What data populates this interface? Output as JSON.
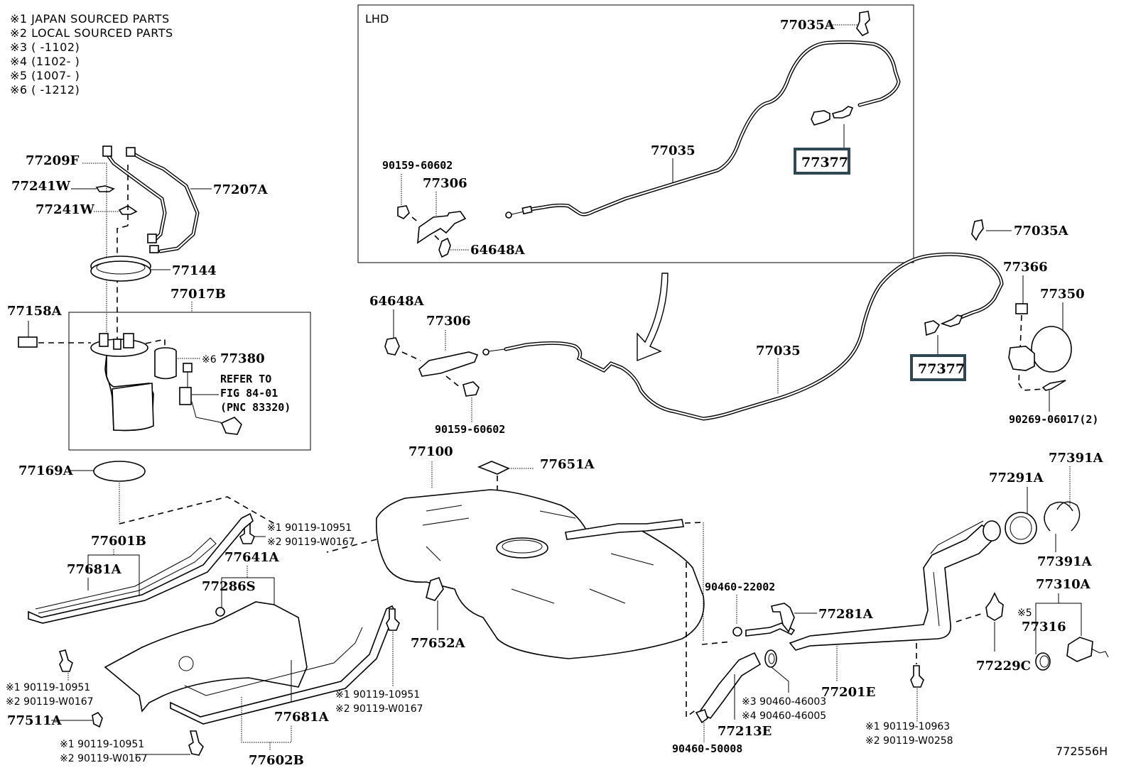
{
  "notes": [
    "※1 JAPAN SOURCED PARTS",
    "※2 LOCAL SOURCED PARTS",
    "※3 (     -1102)",
    "※4 (1102-     )",
    "※5 (1007-     )",
    "※6 (       -1212)"
  ],
  "inset": {
    "title": "LHD",
    "labels": {
      "p77035A": "77035A",
      "p77035": "77035",
      "p77377": "77377",
      "p90159": "90159-60602",
      "p77306": "77306",
      "p64648A": "64648A"
    }
  },
  "pump_module": {
    "p77209F": "77209F",
    "p77241W_a": "77241W",
    "p77241W_b": "77241W",
    "p77207A": "77207A",
    "p77144": "77144",
    "p77017B": "77017B",
    "p77158A": "77158A",
    "p77380_note": "※6",
    "p77380": "77380",
    "refer_1": "REFER TO",
    "refer_2": "FIG 84-01",
    "refer_3": "(PNC 83320)",
    "p77169A": "77169A"
  },
  "main": {
    "p64648A": "64648A",
    "p77306": "77306",
    "p90159": "90159-60602",
    "p77035": "77035",
    "p77035A": "77035A",
    "p77377": "77377",
    "p77366": "77366",
    "p77350": "77350",
    "p90269": "90269-06017(2)"
  },
  "tank": {
    "p77100": "77100",
    "p77651A": "77651A",
    "p77652A": "77652A",
    "p77601B": "77601B",
    "p77681A_a": "77681A",
    "p77641A": "77641A",
    "p77286S": "77286S",
    "bolt_a_1": "※1 90119-10951",
    "bolt_a_2": "※2 90119-W0167",
    "bolt_b_1": "※1 90119-10951",
    "bolt_b_2": "※2 90119-W0167",
    "bolt_c_1": "※1 90119-10951",
    "bolt_c_2": "※2 90119-W0167",
    "bolt_d_1": "※1 90119-10951",
    "bolt_d_2": "※2 90119-W0167",
    "p77511A": "77511A",
    "p77681A_b": "77681A",
    "p77602B": "77602B"
  },
  "filler": {
    "p77291A": "77291A",
    "p77391A_a": "77391A",
    "p77391A_b": "77391A",
    "p77310A": "77310A",
    "p77316_note": "※5",
    "p77316": "77316",
    "p77229C": "77229C",
    "p90460_22002": "90460-22002",
    "p77281A": "77281A",
    "p77201E": "77201E",
    "clamp_1": "※3 90460-46003",
    "clamp_2": "※4 90460-46005",
    "p77213E": "77213E",
    "p90460_50008": "90460-50008",
    "bolt_e_1": "※1 90119-10963",
    "bolt_e_2": "※2 90119-W0258"
  },
  "figure_id": "772556H",
  "colors": {
    "highlight_border": "#2f4653",
    "line": "#000000",
    "background": "#ffffff"
  }
}
